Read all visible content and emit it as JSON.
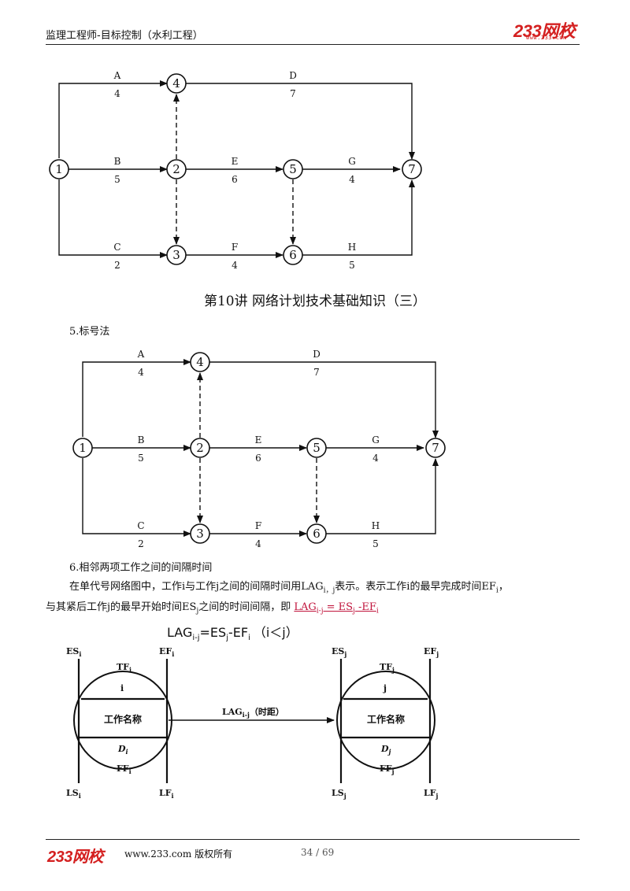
{
  "header": {
    "title": "监理工程师-目标控制（水利工程）",
    "logo": "233网校",
    "url": "www.233.com"
  },
  "network1": {
    "nodes": [
      "1",
      "2",
      "3",
      "4",
      "5",
      "6",
      "7"
    ],
    "activities": [
      {
        "name": "A",
        "dur": "4"
      },
      {
        "name": "D",
        "dur": "7"
      },
      {
        "name": "B",
        "dur": "5"
      },
      {
        "name": "E",
        "dur": "6"
      },
      {
        "name": "G",
        "dur": "4"
      },
      {
        "name": "C",
        "dur": "2"
      },
      {
        "name": "F",
        "dur": "4"
      },
      {
        "name": "H",
        "dur": "5"
      }
    ]
  },
  "lecture_title": "第10讲  网络计划技术基础知识（三）",
  "section5": "5.标号法",
  "section6": "6.相邻两项工作之间的间隔时间",
  "para1": {
    "text": "在单代号网络图中，工作i与工作j之间的间隔时间用LAG",
    "sub": "i，j",
    "tail": "表示。表示工作i的最早完成时间EF",
    "sub2": "i",
    "tail2": "，"
  },
  "para2": {
    "text": "与其紧后工作j的最早开始时间ES",
    "sub": "j",
    "tail": "之间的时间间隔，即 ",
    "formula_a": "LAG",
    "formula_sub": "i-j",
    "formula_b": " = ES",
    "formula_sub2": "j",
    "formula_c": " -EF",
    "formula_sub3": "i"
  },
  "diagram2": {
    "title": "LAG",
    "title_sub": "i-j",
    "title_tail": "=ES",
    "title_sub2": "j",
    "title_tail2": "-EF",
    "title_sub3": "i",
    "title_cond": "（i＜j）",
    "left": {
      "es": "ES",
      "es_sub": "i",
      "ef": "EF",
      "ef_sub": "i",
      "ls": "LS",
      "ls_sub": "i",
      "lf": "LF",
      "lf_sub": "i",
      "tf": "TF",
      "tf_sub": "i",
      "id": "i",
      "name": "工作名称",
      "d": "D",
      "d_sub": "i",
      "ff": "FF",
      "ff_sub": "i"
    },
    "right": {
      "es": "ES",
      "es_sub": "j",
      "ef": "EF",
      "ef_sub": "j",
      "ls": "LS",
      "ls_sub": "j",
      "lf": "LF",
      "lf_sub": "j",
      "tf": "TF",
      "tf_sub": "j",
      "id": "j",
      "name": "工作名称",
      "d": "D",
      "d_sub": "j",
      "ff": "FF",
      "ff_sub": "j"
    },
    "arrow_label": "LAG",
    "arrow_sub": "i-j",
    "arrow_tail": "（时距）"
  },
  "footer": {
    "logo": "233网校",
    "site": "www.233.com 版权所有",
    "page": "34 / 69"
  }
}
